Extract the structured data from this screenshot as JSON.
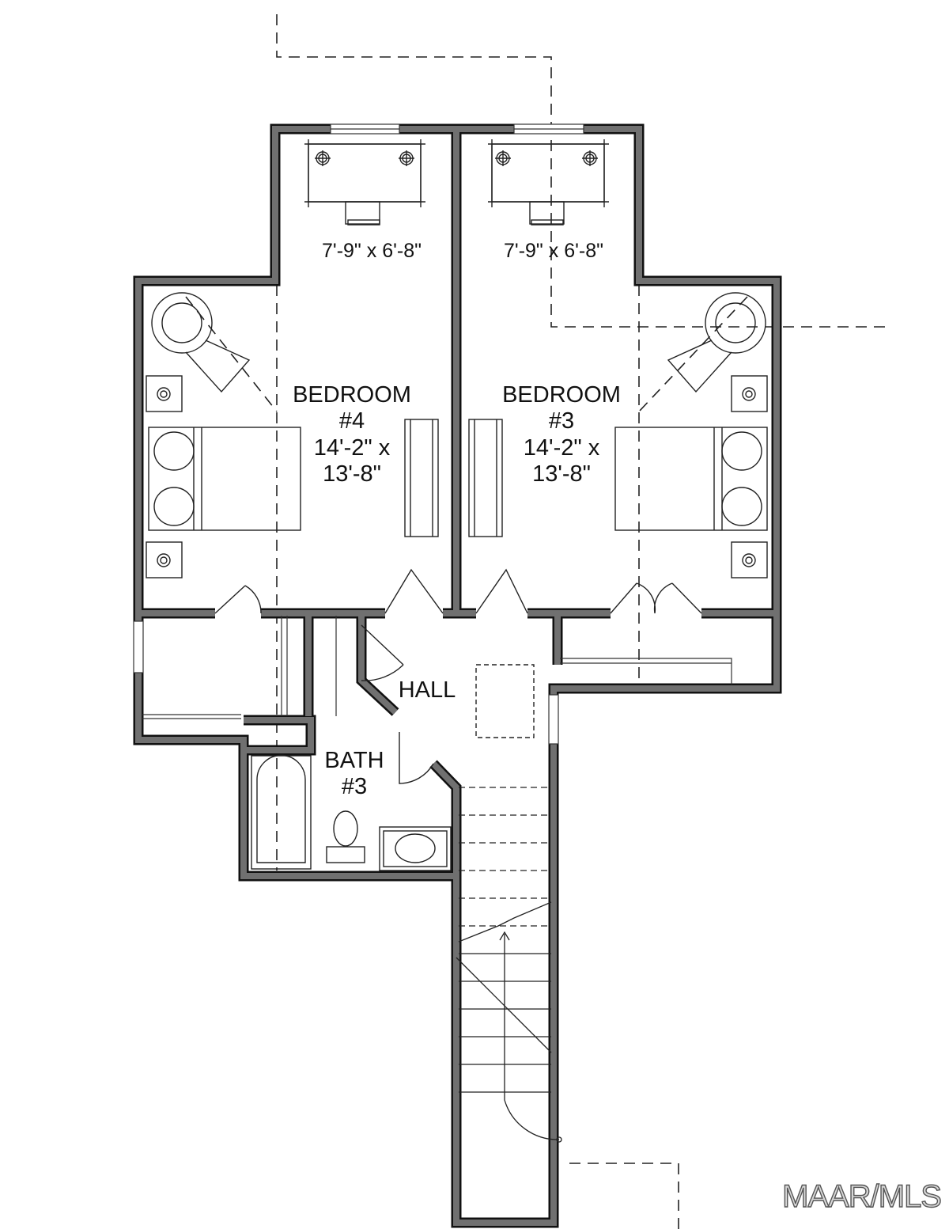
{
  "title": "Second floor plan",
  "rooms": {
    "bedroom4": {
      "name": "BEDROOM",
      "number": "#4",
      "dims_line1": "14'-2\" x",
      "dims_line2": "13'-8\"",
      "alcove": "7'-9\" x 6'-8\""
    },
    "bedroom3": {
      "name": "BEDROOM",
      "number": "#3",
      "dims_line1": "14'-2\" x",
      "dims_line2": "13'-8\"",
      "alcove": "7'-9\" x 6'-8\""
    },
    "hall": {
      "name": "HALL"
    },
    "bath3": {
      "name": "BATH",
      "number": "#3"
    }
  },
  "watermark": "MAAR/MLS",
  "colors": {
    "wall": "#6f6f6f",
    "line": "#111111"
  }
}
